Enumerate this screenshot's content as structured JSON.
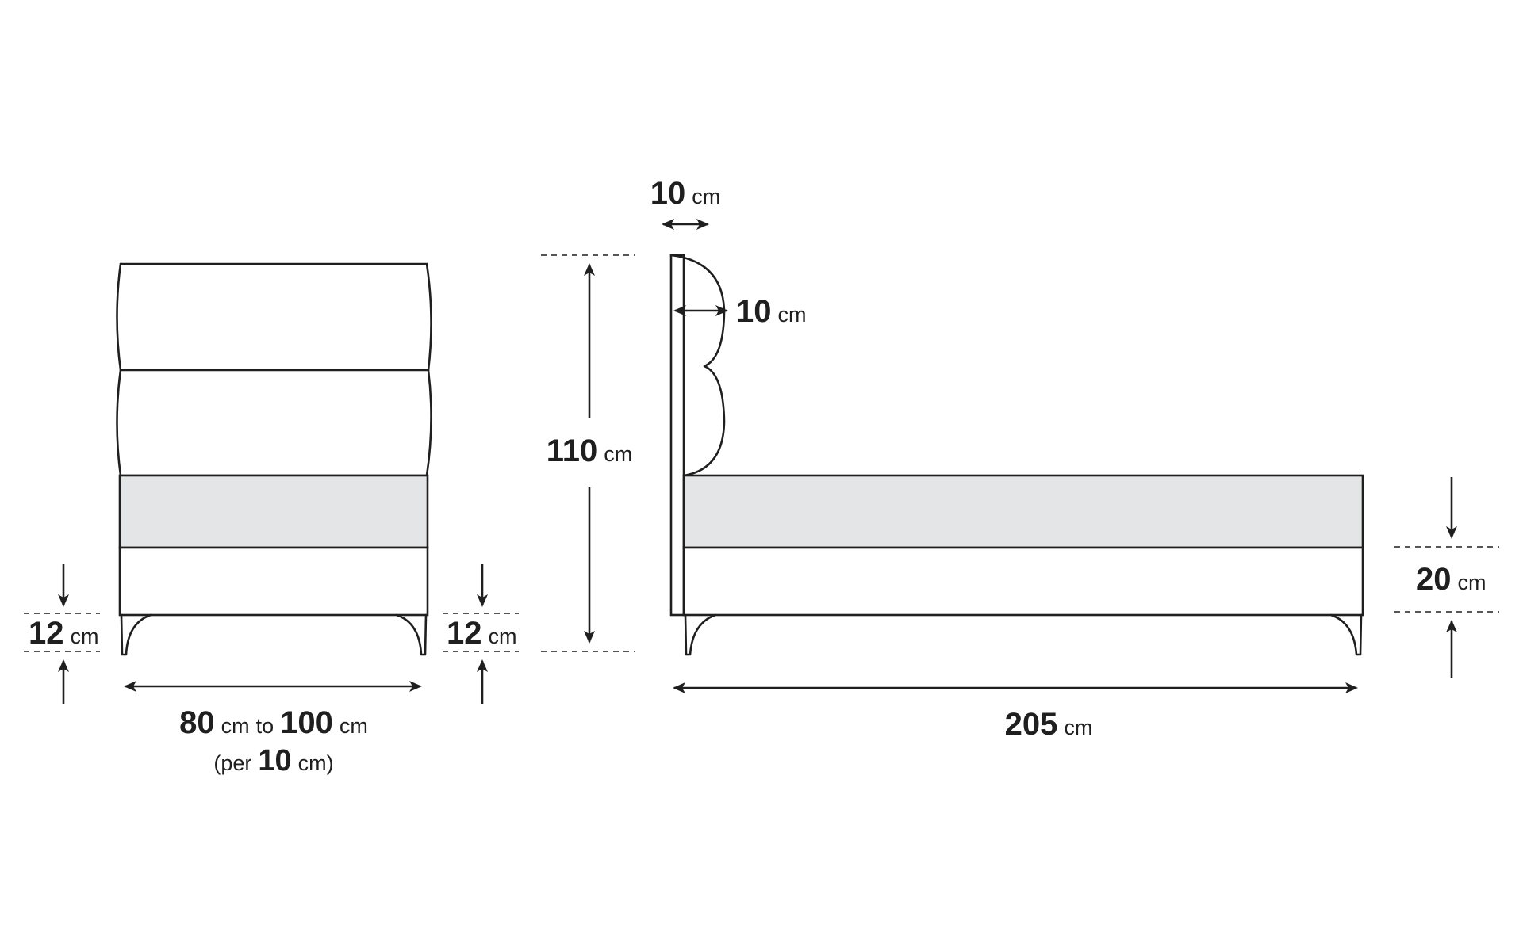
{
  "colors": {
    "line": "#1f1f1f",
    "mattress": "#e4e5e6",
    "background": "#ffffff"
  },
  "front_view": {
    "leg_height_left": {
      "value": "12",
      "unit": "cm"
    },
    "leg_height_right": {
      "value": "12",
      "unit": "cm"
    },
    "width": {
      "from_value": "80",
      "from_unit": "cm",
      "connector": "to",
      "to_value": "100",
      "to_unit": "cm",
      "step_open": "(per",
      "step_value": "10",
      "step_close": "cm)"
    }
  },
  "side_view": {
    "headboard_thickness": {
      "value": "10",
      "unit": "cm"
    },
    "cushion_depth": {
      "value": "10",
      "unit": "cm"
    },
    "total_height": {
      "value": "110",
      "unit": "cm"
    },
    "mattress_height": {
      "value": "20",
      "unit": "cm"
    },
    "length": {
      "value": "205",
      "unit": "cm"
    }
  }
}
